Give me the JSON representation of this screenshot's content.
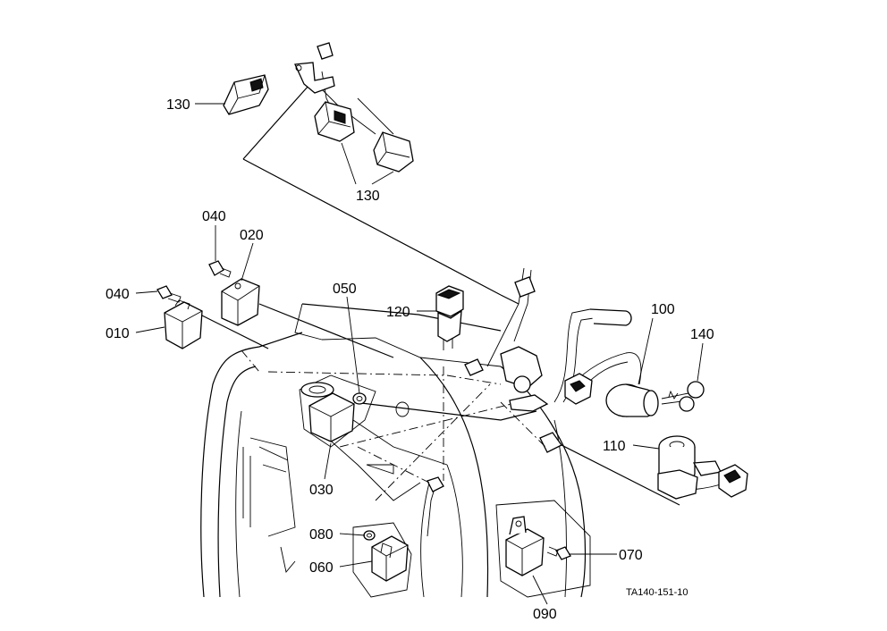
{
  "figure_code": "TA140-151-10",
  "callouts": {
    "c130a": "130",
    "c130b": "130",
    "c040a": "040",
    "c020": "020",
    "c040b": "040",
    "c010": "010",
    "c050": "050",
    "c120": "120",
    "c100": "100",
    "c140": "140",
    "c110": "110",
    "c030": "030",
    "c080": "080",
    "c060": "060",
    "c070": "070",
    "c090": "090"
  }
}
